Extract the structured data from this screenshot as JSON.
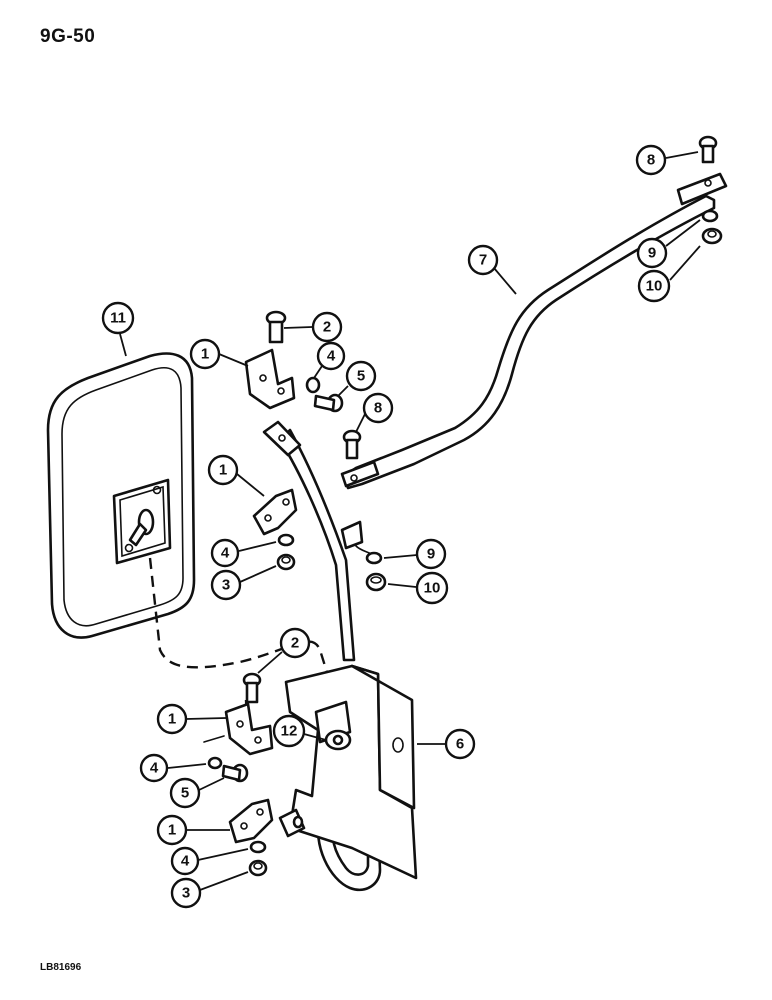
{
  "header": {
    "page_code": "9G-50"
  },
  "footer": {
    "reference_code": "LB81696"
  },
  "callouts": [
    {
      "label": "8"
    },
    {
      "label": "9"
    },
    {
      "label": "10"
    },
    {
      "label": "7"
    },
    {
      "label": "11"
    },
    {
      "label": "2"
    },
    {
      "label": "1"
    },
    {
      "label": "4"
    },
    {
      "label": "5"
    },
    {
      "label": "8"
    },
    {
      "label": "1"
    },
    {
      "label": "4"
    },
    {
      "label": "3"
    },
    {
      "label": "9"
    },
    {
      "label": "10"
    },
    {
      "label": "2"
    },
    {
      "label": "1"
    },
    {
      "label": "12"
    },
    {
      "label": "6"
    },
    {
      "label": "4"
    },
    {
      "label": "5"
    },
    {
      "label": "1"
    },
    {
      "label": "4"
    },
    {
      "label": "3"
    }
  ]
}
